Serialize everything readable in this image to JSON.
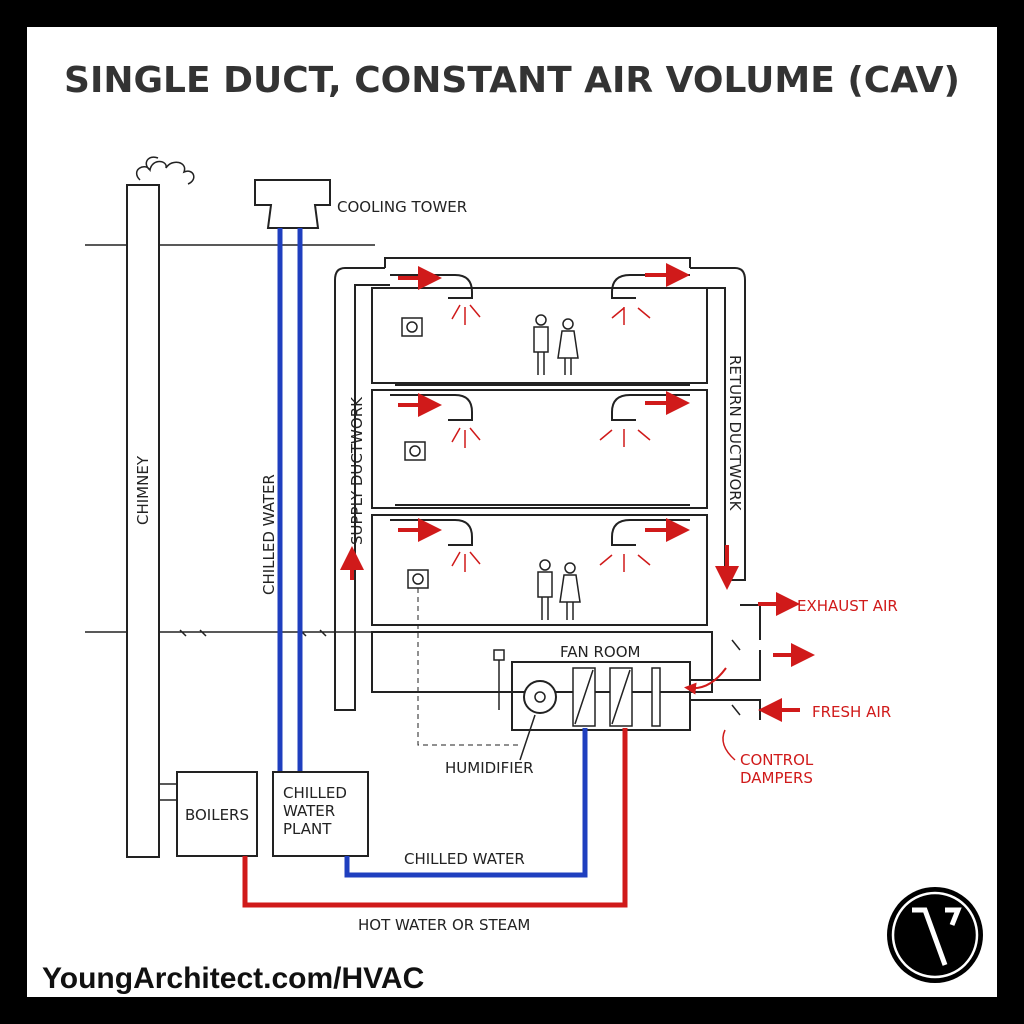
{
  "title": "SINGLE DUCT, CONSTANT AIR VOLUME (CAV)",
  "labels": {
    "cooling_tower": "COOLING TOWER",
    "chimney": "CHIMNEY",
    "chilled_water_vertical": "CHILLED WATER",
    "supply_ductwork": "SUPPLY DUCTWORK",
    "return_ductwork": "RETURN DUCTWORK",
    "fan_room": "FAN ROOM",
    "humidifier": "HUMIDIFIER",
    "boilers": "BOILERS",
    "chilled_water_plant": [
      "CHILLED",
      "WATER",
      "PLANT"
    ],
    "chilled_water_pipe": "CHILLED WATER",
    "hot_water": "HOT WATER OR STEAM",
    "exhaust_air": "EXHAUST AIR",
    "fresh_air": "FRESH AIR",
    "control_dampers": [
      "CONTROL",
      "DAMPERS"
    ]
  },
  "footer": {
    "url": "YoungArchitect.com/HVAC"
  },
  "colors": {
    "supply_red": "#d01a1a",
    "chilled_blue": "#1f3fbf",
    "ink": "#222222"
  },
  "icons": [
    "smoke-icon",
    "thermostat-icon",
    "people-icon",
    "fan-icon",
    "young-architect-logo-icon"
  ]
}
